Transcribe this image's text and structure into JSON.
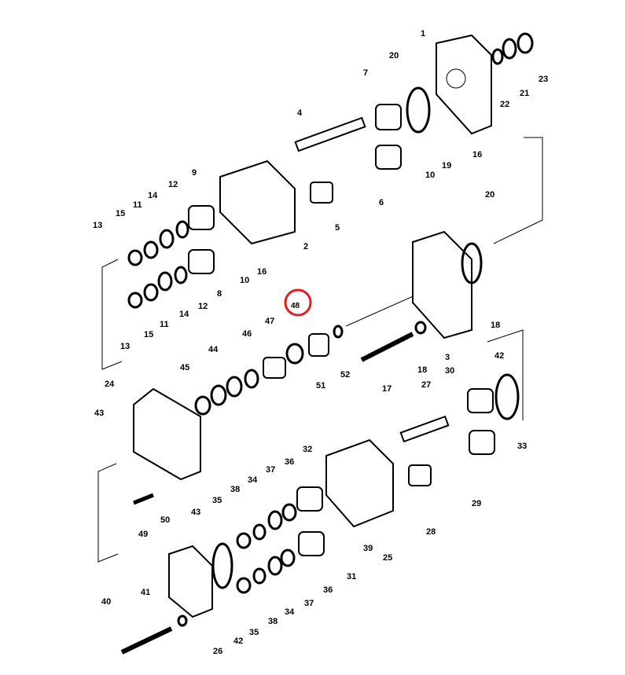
{
  "diagram": {
    "highlight_label": "48",
    "highlight_color": "#e02020",
    "labels": [
      "1",
      "20",
      "7",
      "4",
      "22",
      "21",
      "23",
      "19",
      "16",
      "10",
      "6",
      "5",
      "9",
      "12",
      "14",
      "11",
      "15",
      "13",
      "2",
      "16",
      "10",
      "8",
      "12",
      "14",
      "11",
      "15",
      "13",
      "20",
      "18",
      "3",
      "48",
      "47",
      "46",
      "44",
      "45",
      "52",
      "51",
      "17",
      "18",
      "27",
      "30",
      "42",
      "33",
      "29",
      "28",
      "24",
      "43",
      "32",
      "36",
      "37",
      "34",
      "38",
      "35",
      "43",
      "25",
      "39",
      "31",
      "36",
      "37",
      "34",
      "38",
      "35",
      "42",
      "26",
      "41",
      "40",
      "49",
      "50"
    ]
  }
}
